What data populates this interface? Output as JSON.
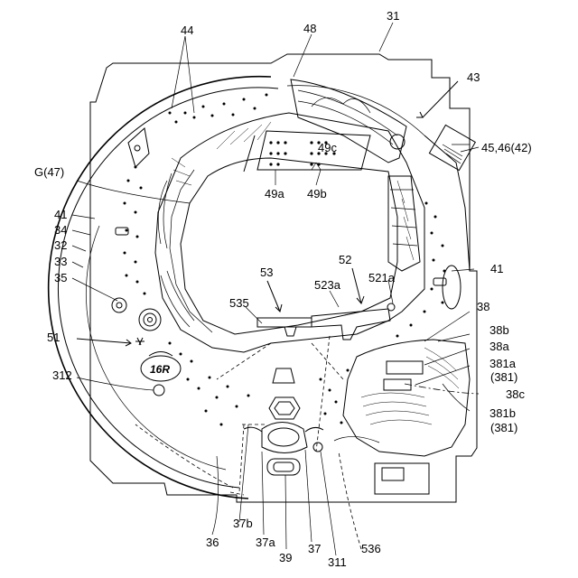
{
  "labels": {
    "l31": "31",
    "l43": "43",
    "l44": "44",
    "l48": "48",
    "l45": "45,46(42)",
    "lG": "G(47)",
    "l49c": "49c",
    "l49a": "49a",
    "l49b": "49b",
    "l41a": "41",
    "l34": "34",
    "l32": "32",
    "l33": "33",
    "l35": "35",
    "l41b": "41",
    "l52": "52",
    "l53": "53",
    "l523a": "523a",
    "l521a": "521a",
    "l535": "535",
    "l38": "38",
    "l38b": "38b",
    "l38a": "38a",
    "l381a": "381a",
    "l381a2": "(381)",
    "l38c": "38c",
    "l381b": "381b",
    "l381b2": "(381)",
    "l51": "51",
    "l312": "312",
    "l36": "36",
    "l37b": "37b",
    "l37a": "37a",
    "l39": "39",
    "l37": "37",
    "l311": "311",
    "l536": "536"
  },
  "board_text": {
    "round_badge": "16R"
  }
}
